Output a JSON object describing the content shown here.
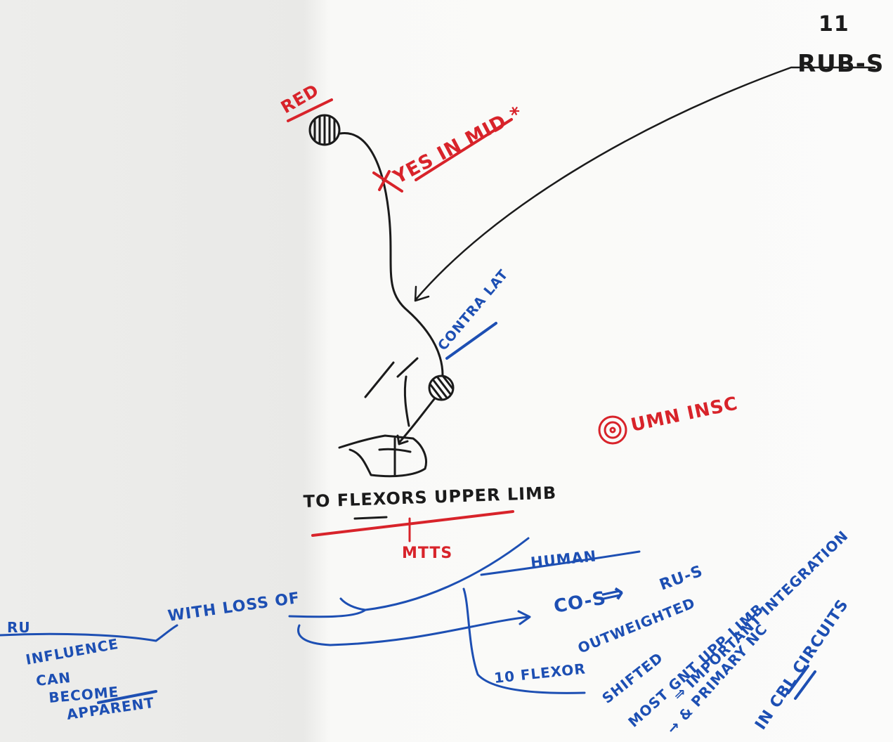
{
  "colors": {
    "black_ink": "#1b1b1b",
    "red_ink": "#d8232a",
    "blue_ink": "#1d4fb3",
    "paper": "#f7f7f5"
  },
  "black_notes": {
    "tract_number": "11",
    "tract_name": "RUB-S",
    "target": "TO FLEXORS UPPER LIMB"
  },
  "red_notes": {
    "origin": "RED",
    "decussation": "YES IN MID *",
    "lesion": "UMN INSC",
    "motor": "MTTS"
  },
  "blue_notes": {
    "side": "CONTRA LAT",
    "species_left": "RU",
    "influence": "INFLUENCE",
    "can": "CAN",
    "become": "BECOME",
    "apparent": "APPARENT",
    "with_loss": "WITH LOSS OF",
    "human": "HUMAN",
    "co_s": "CO-S",
    "double_arrow": "⇒",
    "ru_s": "RU-S",
    "outweighted": "OUTWEIGHTED",
    "to_flexor": "10 FLEXOR",
    "shifted": "SHIFTED",
    "most": "MOST GNT UPP LIMB",
    "important": "⇒ IMPORTANT INTEGRATION",
    "primary": "→ & PRIMARY NC",
    "circuits": "IN CBL CIRCUITS"
  }
}
